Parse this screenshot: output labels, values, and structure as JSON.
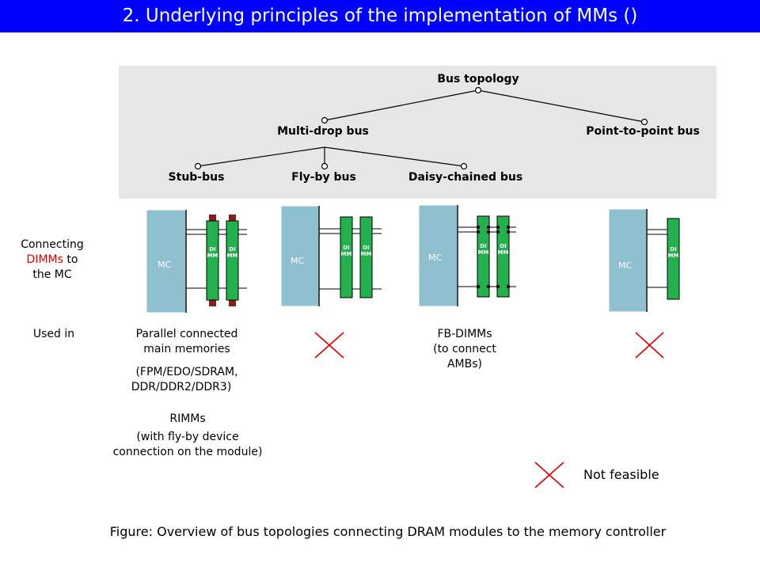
{
  "title": "2. Underlying principles of the implementation of MMs ()",
  "tree": {
    "root": "Bus topology",
    "multi_drop": "Multi-drop bus",
    "point_to_point": "Point-to-point bus",
    "stub": "Stub-bus",
    "fly_by": "Fly-by bus",
    "daisy": "Daisy-chained bus"
  },
  "labels": {
    "connecting_1": "Connecting",
    "connecting_dimms": "DIMMs",
    "connecting_to": " to",
    "connecting_3": "the MC",
    "used_in": "Used in",
    "mc": "MC",
    "dimm": "DIMM"
  },
  "usage": {
    "stub_line1": "Parallel connected",
    "stub_line2": "main memories",
    "stub_line3": "(FPM/EDO/SDRAM,",
    "stub_line4": "DDR/DDR2/DDR3)",
    "rimm_line1": "RIMMs",
    "rimm_line2": "(with fly-by device",
    "rimm_line3": "connection on the module)",
    "daisy_line1": "FB-DIMMs",
    "daisy_line2": "(to connect",
    "daisy_line3": "AMBs)"
  },
  "legend": {
    "not_feasible": "Not feasible"
  },
  "caption": "Figure: Overview of bus topologies connecting DRAM modules to the memory controller",
  "colors": {
    "title_bg": "#0000ff",
    "mc": "#8fc0d0",
    "dimm": "#22b14c",
    "stub_cap": "#8b1c1c",
    "cross": "#e00000",
    "panel": "#e6e6e6"
  }
}
